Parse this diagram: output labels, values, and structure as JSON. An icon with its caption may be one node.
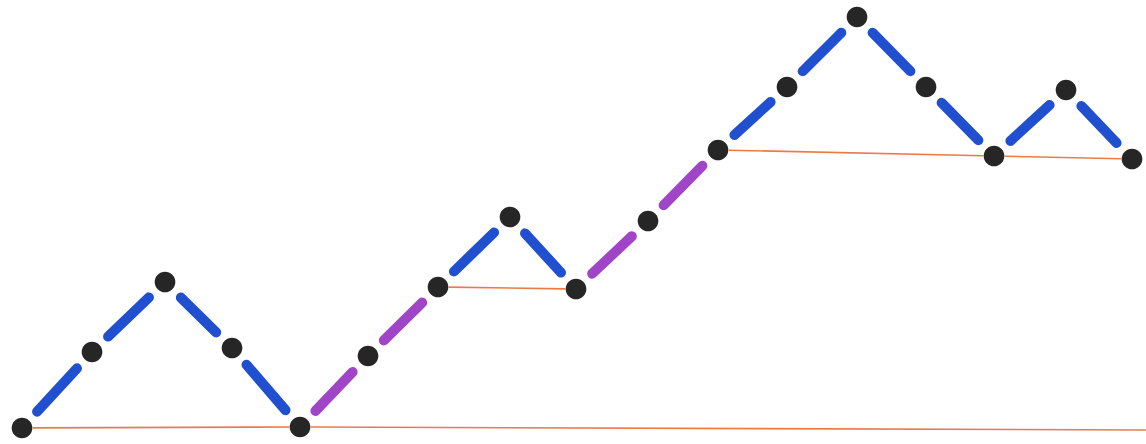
{
  "diagram": {
    "nodes": [
      {
        "text": [],
        "shape": "circle"
      },
      {
        "text": [],
        "shape": "circle"
      },
      {
        "text": [],
        "shape": "circle"
      },
      {
        "text": [],
        "shape": "circle"
      },
      {
        "text": [],
        "shape": "circle"
      },
      {
        "text": [],
        "shape": "circle"
      },
      {
        "text": [],
        "shape": "circle"
      },
      {
        "text": [],
        "shape": "circle"
      },
      {
        "text": [],
        "shape": "circle"
      },
      {
        "text": [],
        "shape": "circle"
      },
      {
        "text": [],
        "shape": "circle"
      },
      {
        "text": [],
        "shape": "circle"
      },
      {
        "text": [],
        "shape": "circle"
      },
      {
        "text": [],
        "shape": "circle"
      },
      {
        "text": [],
        "shape": "circle"
      },
      {
        "text": [],
        "shape": "circle"
      },
      {
        "text": [],
        "shape": "circle"
      }
    ],
    "edges": [
      {
        "from": 0,
        "to": 1,
        "arrow": "none"
      },
      {
        "from": 1,
        "to": 2,
        "arrow": "none"
      },
      {
        "from": 2,
        "to": 3,
        "arrow": "none"
      },
      {
        "from": 3,
        "to": 4,
        "arrow": "none"
      },
      {
        "from": 4,
        "to": 5,
        "arrow": "none",
        "color": "#a044c8"
      },
      {
        "from": 5,
        "to": 6,
        "arrow": "none",
        "color": "#a044c8"
      },
      {
        "from": 6,
        "to": 7,
        "arrow": "none"
      },
      {
        "from": 7,
        "to": 8,
        "arrow": "none"
      },
      {
        "from": 8,
        "to": 9,
        "arrow": "none",
        "color": "#a044c8"
      },
      {
        "from": 9,
        "to": 10,
        "arrow": "none",
        "color": "#a044c8"
      },
      {
        "from": 10,
        "to": 11,
        "arrow": "none"
      },
      {
        "from": 11,
        "to": 12,
        "arrow": "none"
      },
      {
        "from": 12,
        "to": 13,
        "arrow": "none"
      },
      {
        "from": 13,
        "to": 14,
        "arrow": "none"
      },
      {
        "from": 14,
        "to": 15,
        "arrow": "none"
      },
      {
        "from": 15,
        "to": 16,
        "arrow": "none"
      },
      {
        "from": 0,
        "to": 4,
        "arrow": "none",
        "color": "#ec7a48"
      },
      {
        "from": 4,
        "to": null,
        "arrow": "none",
        "color": "#ec7a48"
      },
      {
        "from": 6,
        "to": 8,
        "arrow": "none",
        "color": "#ec7a48"
      },
      {
        "from": 10,
        "to": 14,
        "arrow": "none",
        "color": "#ec7a48"
      },
      {
        "from": 14,
        "to": 16,
        "arrow": "none",
        "color": "#ec7a48"
      }
    ]
  }
}
